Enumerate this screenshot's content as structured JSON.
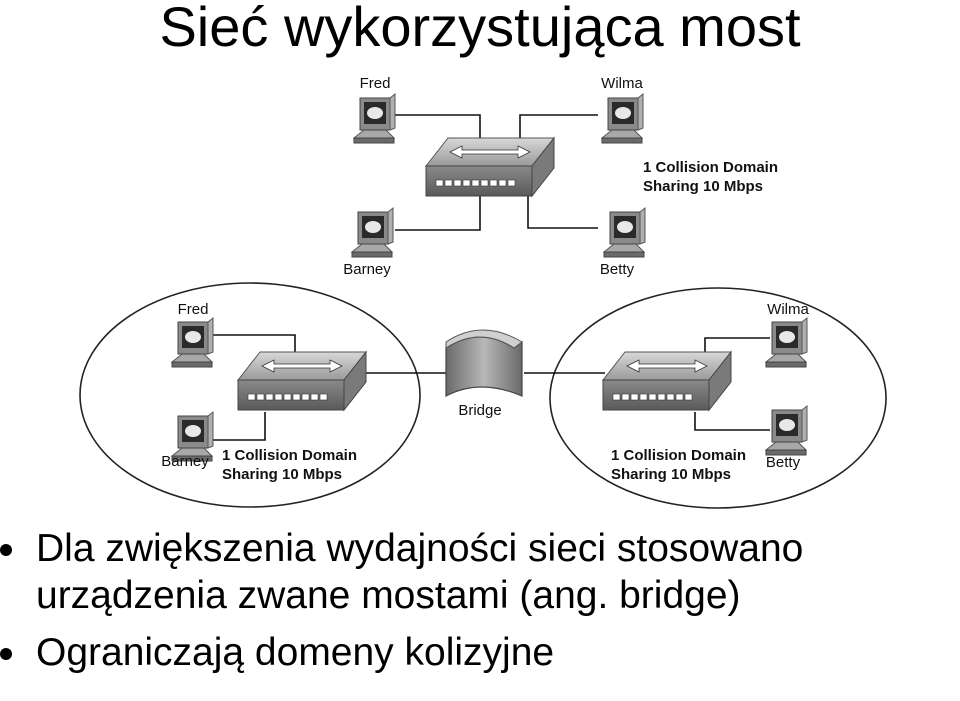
{
  "title": "Sieć wykorzystująca most",
  "top_network": {
    "hosts": [
      "Fred",
      "Wilma",
      "Barney",
      "Betty"
    ],
    "note_line1": "1 Collision Domain",
    "note_line2": "Sharing 10 Mbps"
  },
  "left_segment": {
    "hosts": [
      "Fred",
      "Barney"
    ],
    "note_line1": "1 Collision Domain",
    "note_line2": "Sharing 10 Mbps"
  },
  "right_segment": {
    "hosts": [
      "Wilma",
      "Betty"
    ],
    "note_line1": "1 Collision Domain",
    "note_line2": "Sharing 10 Mbps"
  },
  "bridge_label": "Bridge",
  "bullets": [
    "Dla zwiększenia wydajności sieci stosowano urządzenia zwane mostami (ang. bridge)",
    "Ograniczają domeny kolizyjne"
  ],
  "icons": {
    "host": "computer-icon",
    "hub": "hub-icon",
    "bridge": "bridge-icon"
  }
}
